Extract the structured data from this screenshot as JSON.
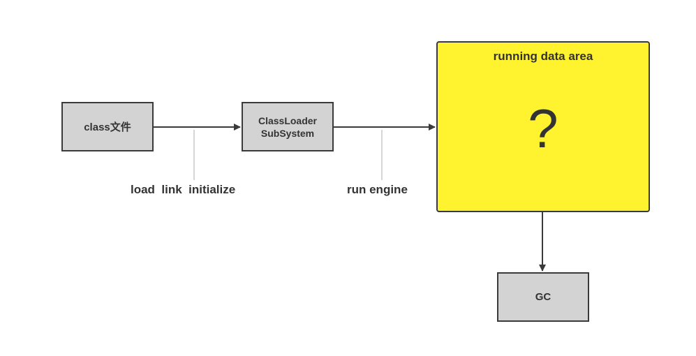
{
  "nodes": {
    "class_file": "class文件",
    "classloader_line1": "ClassLoader",
    "classloader_line2": "SubSystem",
    "running_data_area": "running data area",
    "unknown_mark": "?",
    "gc": "GC"
  },
  "edge_labels": {
    "load_link_initialize": "load  link  initialize",
    "run_engine": "run engine"
  },
  "colors": {
    "node_fill": "#d3d3d3",
    "highlight_fill": "#fff22e",
    "stroke": "#3a3a3a",
    "leader_line": "#c8c8c8"
  }
}
